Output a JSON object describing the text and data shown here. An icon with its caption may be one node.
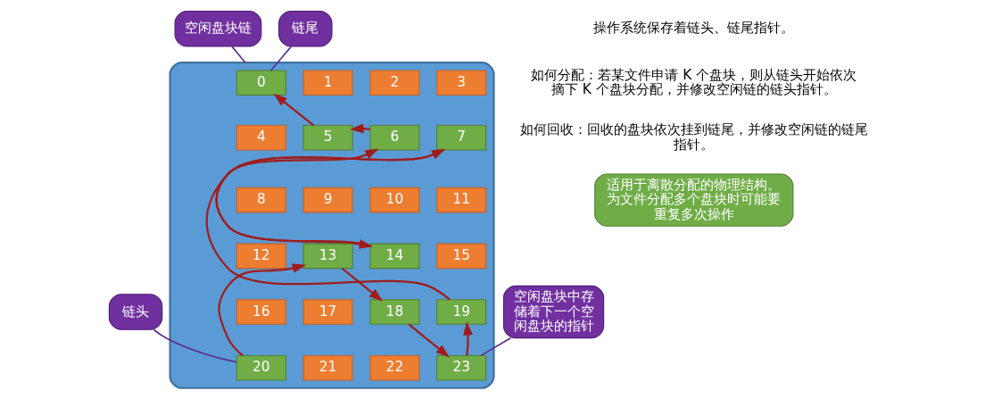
{
  "diagram": {
    "nodes": [
      {
        "text": [],
        "shape": "cylinder"
      },
      {
        "text": [
          "空闲盘块链"
        ]
      },
      {
        "text": [
          "链尾"
        ]
      },
      {
        "text": [
          "0"
        ],
        "in": 0
      },
      {
        "text": [
          "1"
        ],
        "in": 0
      },
      {
        "text": [
          "2"
        ],
        "in": 0
      },
      {
        "text": [
          "3"
        ],
        "in": 0
      },
      {
        "text": [
          "4"
        ],
        "in": 0
      },
      {
        "text": [
          "5"
        ],
        "in": 0
      },
      {
        "text": [
          "6"
        ],
        "in": 0
      },
      {
        "text": [
          "7"
        ],
        "in": 0
      },
      {
        "text": [
          "8"
        ],
        "in": 0
      },
      {
        "text": [
          "9"
        ],
        "in": 0
      },
      {
        "text": [
          "10"
        ],
        "in": 0
      },
      {
        "text": [
          "11"
        ],
        "in": 0
      },
      {
        "text": [
          "12"
        ],
        "in": 0
      },
      {
        "text": [
          "13"
        ],
        "in": 0
      },
      {
        "text": [
          "14"
        ],
        "in": 0
      },
      {
        "text": [
          "15"
        ],
        "in": 0
      },
      {
        "text": [
          "16"
        ],
        "in": 0
      },
      {
        "text": [
          "17"
        ],
        "in": 0
      },
      {
        "text": [
          "18"
        ],
        "in": 0
      },
      {
        "text": [
          "19"
        ],
        "in": 0
      },
      {
        "text": [
          "20"
        ],
        "in": 0
      },
      {
        "text": [
          "21"
        ],
        "in": 0
      },
      {
        "text": [
          "22"
        ],
        "in": 0
      },
      {
        "text": [
          "23"
        ],
        "in": 0
      },
      {
        "text": [
          "链头"
        ]
      },
      {
        "text": [
          "空闲盘块中存储着下一个空闲盘块的指针"
        ]
      },
      {
        "text": [
          "适用于离散分配的物理结构。为文件分配多个盘块时可能要重复多次操作"
        ]
      }
    ],
    "edges": [
      {
        "from": 23,
        "to": 16,
        "arrow": "to"
      },
      {
        "from": 16,
        "to": 21,
        "arrow": "to"
      },
      {
        "from": 21,
        "to": 26,
        "arrow": "to"
      },
      {
        "from": 26,
        "to": 22,
        "arrow": "to"
      },
      {
        "from": 22,
        "to": 10,
        "arrow": "to"
      },
      {
        "from": 10,
        "to": 17,
        "arrow": "to"
      },
      {
        "from": 17,
        "to": 9,
        "arrow": "to"
      },
      {
        "from": 9,
        "to": 8,
        "arrow": "to"
      },
      {
        "from": 8,
        "to": 3,
        "arrow": "to"
      },
      {
        "from": 1,
        "to": 0,
        "arrow": "none",
        "color": "#5b2d8e"
      },
      {
        "from": 2,
        "to": 3,
        "arrow": "none",
        "color": "#5b2d8e"
      },
      {
        "from": 27,
        "to": 23,
        "arrow": "none",
        "color": "#5b2d8e"
      },
      {
        "from": 28,
        "to": 26,
        "arrow": "none",
        "color": "#5b2d8e"
      }
    ],
    "labels": [
      "操作系统保存着链头、链尾指针。",
      "如何分配：若某文件申请 K 个盘块，则从链头开始依次摘下 K 个盘块分配，并修改空闲链的链头指针。",
      "如何回收：回收的盘块依次挂到链尾，并修改空闲链的链尾指针。"
    ]
  }
}
